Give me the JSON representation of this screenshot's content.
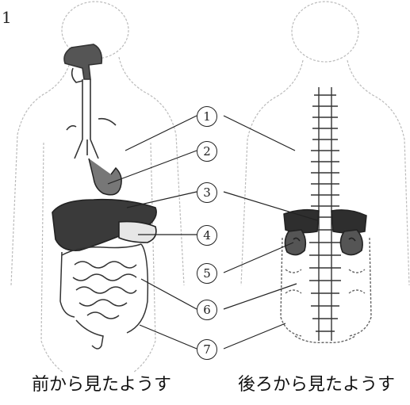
{
  "figure_number": "1",
  "markers": [
    {
      "label": "1"
    },
    {
      "label": "2"
    },
    {
      "label": "3"
    },
    {
      "label": "4"
    },
    {
      "label": "5"
    },
    {
      "label": "6"
    },
    {
      "label": "7"
    }
  ],
  "captions": {
    "front": "前から見たようす",
    "back": "後ろから見たようす"
  }
}
